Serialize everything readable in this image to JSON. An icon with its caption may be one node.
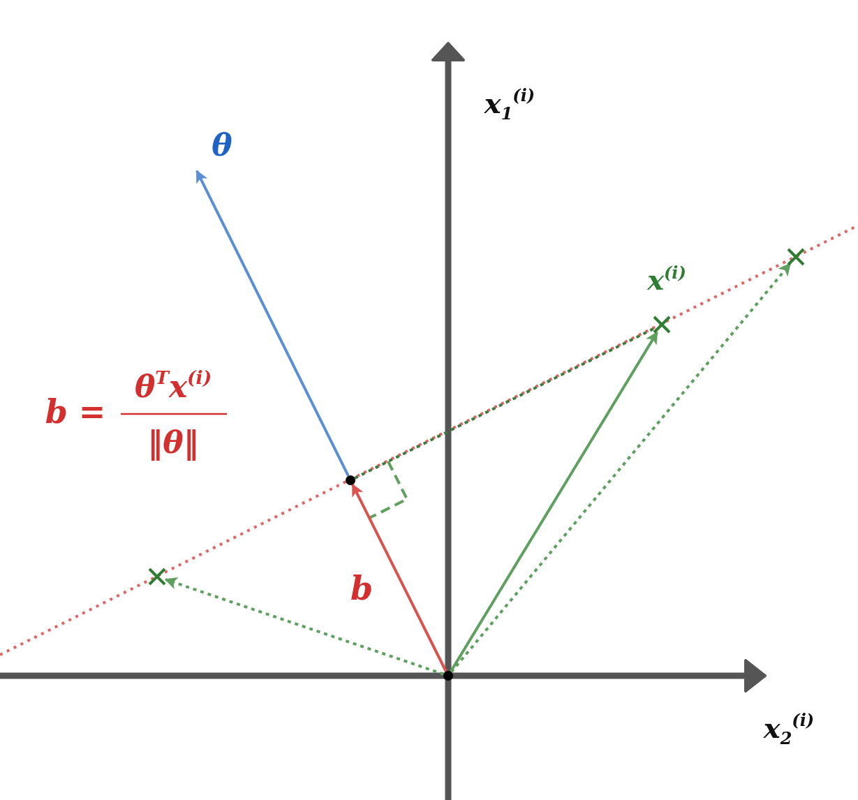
{
  "diagram": {
    "nodes": [
      {
        "text": [],
        "shape": "circle"
      },
      {
        "text": [],
        "shape": "circle"
      },
      {
        "text": [],
        "shape": "cross",
        "beside": [
          "x$^{(i)}$"
        ]
      },
      {
        "text": [],
        "shape": "cross"
      },
      {
        "text": [],
        "shape": "cross"
      }
    ],
    "edges": [
      {
        "from": 1,
        "to": null,
        "arrow": "to",
        "color": "#5b8fd4"
      },
      {
        "from": 0,
        "to": 1,
        "arrow": "to",
        "label": "b",
        "color": "#d9534f"
      },
      {
        "from": 0,
        "to": 2,
        "arrow": "to"
      },
      {
        "from": 0,
        "to": 3,
        "arrow": "to",
        "style": "dashed"
      },
      {
        "from": 0,
        "to": 4,
        "arrow": "to",
        "style": "dashed"
      },
      {
        "from": 1,
        "to": 2,
        "arrow": "none",
        "style": "dashed",
        "color": "#3f7a3f"
      }
    ],
    "labels": [
      "θ",
      "x$_{1}$$^{(i)}$",
      "x$_{2}$$^{(i)}$",
      "b =",
      "θ$^{T}$x$^{(i)}$",
      "‖θ‖"
    ]
  }
}
